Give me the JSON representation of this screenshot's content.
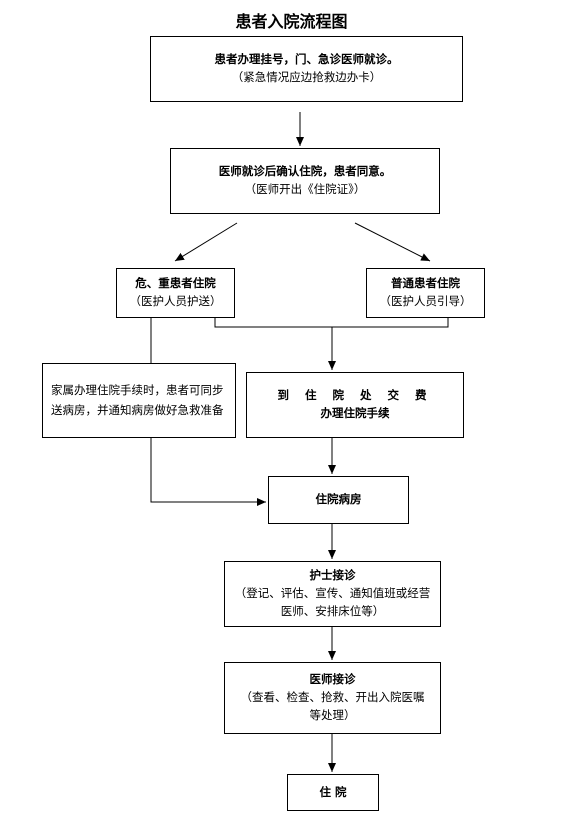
{
  "title": "患者入院流程图",
  "nodes": {
    "registration": {
      "main": "患者办理挂号，门、急诊医师就诊。",
      "sub": "（紧急情况应边抢救边办卡）"
    },
    "confirm": {
      "main": "医师就诊后确认住院，患者同意。",
      "sub": "（医师开出《住院证》）"
    },
    "critical": {
      "main": "危、重患者住院",
      "sub": "（医护人员护送）"
    },
    "normal": {
      "main": "普通患者住院",
      "sub": "（医护人员引导）"
    },
    "family": {
      "text": "家属办理住院手续时，患者可同步送病房，并通知病房做好急救准备"
    },
    "payment": {
      "line1": "到 住 院 处 交 费",
      "line2": "办理住院手续"
    },
    "ward": {
      "main": "住院病房"
    },
    "nurse": {
      "main": "护士接诊",
      "sub": "（登记、评估、宣传、通知值班或经营医师、安排床位等）"
    },
    "doctor": {
      "main": "医师接诊",
      "sub": "（查看、检查、抢救、开出入院医嘱等处理）"
    },
    "admit": {
      "main": "住 院"
    }
  }
}
